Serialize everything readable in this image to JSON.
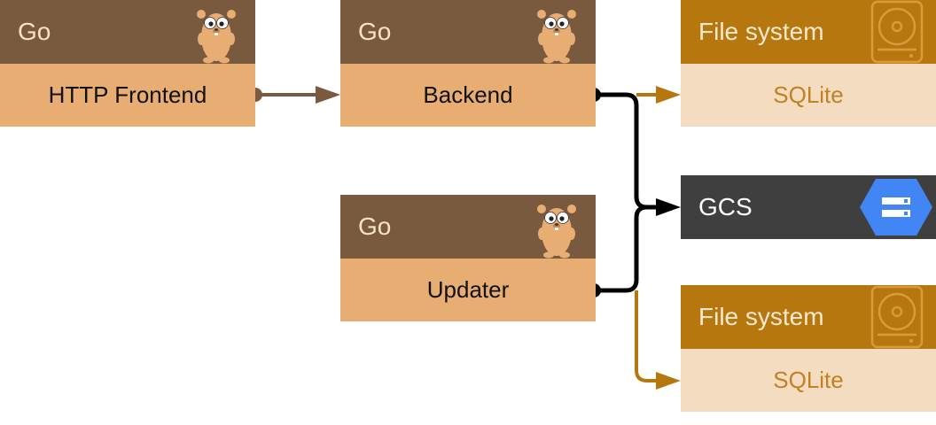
{
  "colors": {
    "go_header": "#7a5a3e",
    "go_body": "#e7ad73",
    "fs_header": "#b7770f",
    "fs_body": "#f3dcc0",
    "gcs_bg": "#3f3f3f",
    "gcs_icon": "#4285f4",
    "arrow_brown": "#7a5a3e",
    "arrow_gold": "#b7770f",
    "arrow_black": "#000000"
  },
  "nodes": {
    "frontend": {
      "header": "Go",
      "label": "HTTP Frontend",
      "icon": "gopher-icon"
    },
    "backend": {
      "header": "Go",
      "label": "Backend",
      "icon": "gopher-icon"
    },
    "updater": {
      "header": "Go",
      "label": "Updater",
      "icon": "gopher-icon"
    },
    "fs_top": {
      "header": "File system",
      "label": "SQLite",
      "icon": "hard-drive-icon"
    },
    "gcs": {
      "label": "GCS",
      "icon": "gcs-storage-icon"
    },
    "fs_bottom": {
      "header": "File system",
      "label": "SQLite",
      "icon": "hard-drive-icon"
    }
  },
  "edges": [
    {
      "from": "frontend",
      "to": "backend",
      "color": "arrow_brown"
    },
    {
      "from": "backend",
      "to": "fs_top",
      "color": "arrow_gold"
    },
    {
      "from": "backend",
      "to": "gcs",
      "color": "arrow_black"
    },
    {
      "from": "updater",
      "to": "gcs",
      "color": "arrow_black"
    },
    {
      "from": "updater",
      "to": "fs_bottom",
      "color": "arrow_gold"
    }
  ]
}
